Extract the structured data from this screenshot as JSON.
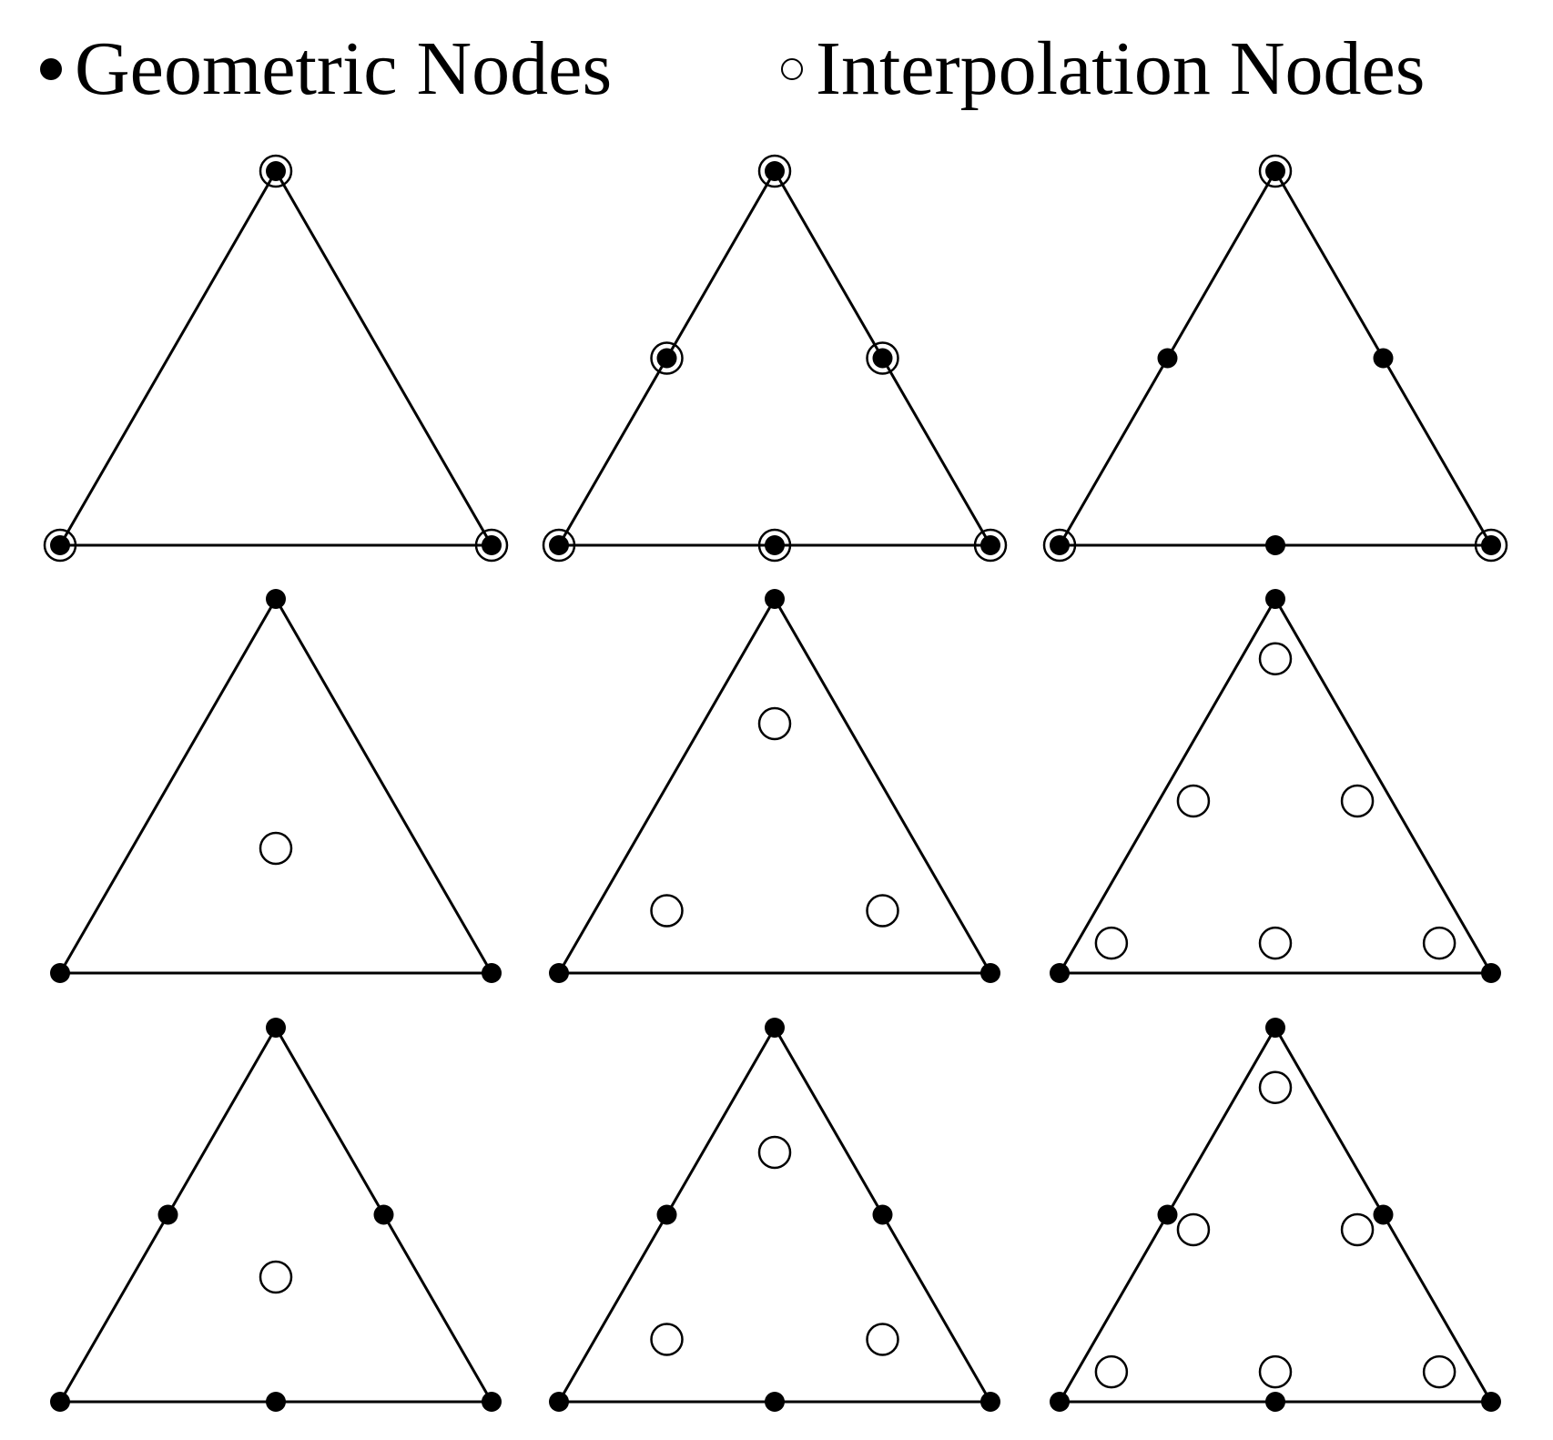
{
  "legend": {
    "geometric_label": "Geometric Nodes",
    "interpolation_label": "Interpolation Nodes",
    "geometric_marker": "filled-dot-icon",
    "interpolation_marker": "hollow-circle-icon"
  },
  "colors": {
    "stroke": "#000000",
    "background": "#ffffff"
  },
  "grid": {
    "rows": 3,
    "cols": 3,
    "panels": [
      {
        "row": 0,
        "col": 0,
        "geometric_order": 1,
        "interpolation": "vertices"
      },
      {
        "row": 0,
        "col": 1,
        "geometric_order": 2,
        "interpolation": "vertices-and-midpoints"
      },
      {
        "row": 0,
        "col": 2,
        "geometric_order": 2,
        "interpolation": "vertices"
      },
      {
        "row": 1,
        "col": 0,
        "geometric_order": 1,
        "interpolation": "interior-1"
      },
      {
        "row": 1,
        "col": 1,
        "geometric_order": 1,
        "interpolation": "interior-3"
      },
      {
        "row": 1,
        "col": 2,
        "geometric_order": 1,
        "interpolation": "interior-6"
      },
      {
        "row": 2,
        "col": 0,
        "geometric_order": 2,
        "interpolation": "interior-1"
      },
      {
        "row": 2,
        "col": 1,
        "geometric_order": 2,
        "interpolation": "interior-3"
      },
      {
        "row": 2,
        "col": 2,
        "geometric_order": 2,
        "interpolation": "interior-6"
      }
    ]
  }
}
